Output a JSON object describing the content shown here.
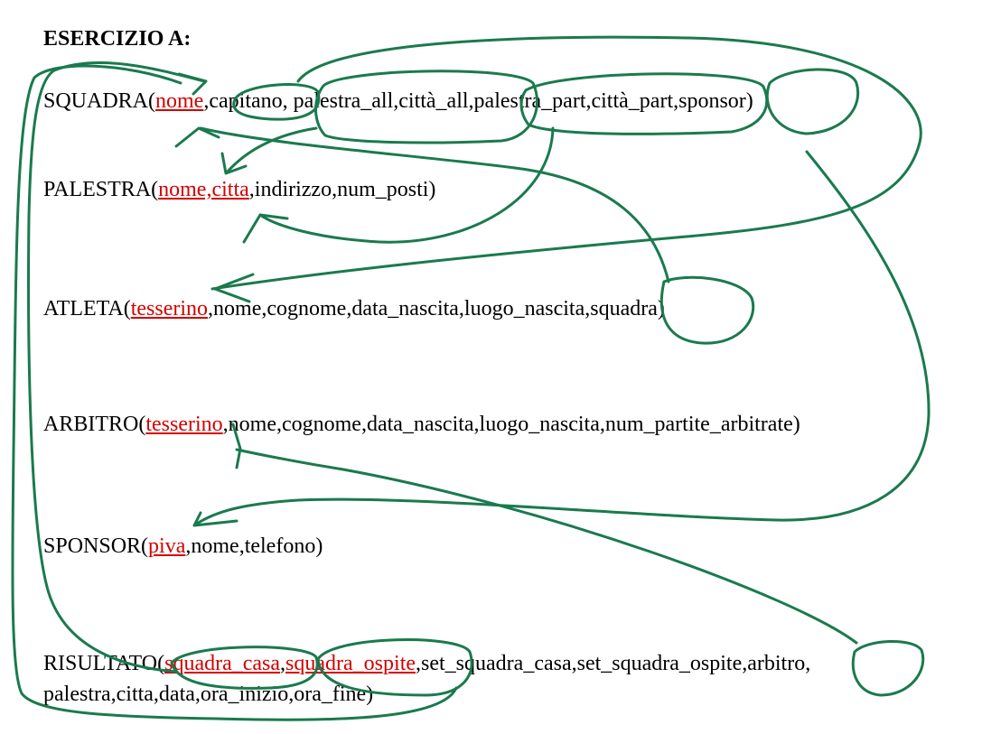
{
  "title": "ESERCIZIO A:",
  "colors": {
    "key": "#d40000",
    "annotation": "#1a7a4e",
    "text": "#000000"
  },
  "relations": {
    "squadra": {
      "name": "SQUADRA(",
      "keys": [
        "nome"
      ],
      "rest": ",capitano, palestra_all,città_all,palestra_part,città_part,sponsor)"
    },
    "palestra": {
      "name": "PALESTRA(",
      "keys": [
        "nome,citta"
      ],
      "rest": ",indirizzo,num_posti)"
    },
    "atleta": {
      "name": "ATLETA(",
      "keys": [
        "tesserino"
      ],
      "rest": ",nome,cognome,data_nascita,luogo_nascita,squadra)"
    },
    "arbitro": {
      "name": "ARBITRO(",
      "keys": [
        "tesserino"
      ],
      "rest": ",nome,cognome,data_nascita,luogo_nascita,num_partite_arbitrate)"
    },
    "sponsor": {
      "name": "SPONSOR(",
      "keys": [
        "piva"
      ],
      "rest": ",nome,telefono)"
    },
    "risultato": {
      "name": "RISULTATO(",
      "keys": [
        "squadra_casa",
        "squadra_ospite"
      ],
      "sep": ",",
      "rest": ",set_squadra_casa,set_squadra_ospite,arbitro,",
      "line2": "palestra,citta,data,ora_inizio,ora_fine)"
    }
  }
}
